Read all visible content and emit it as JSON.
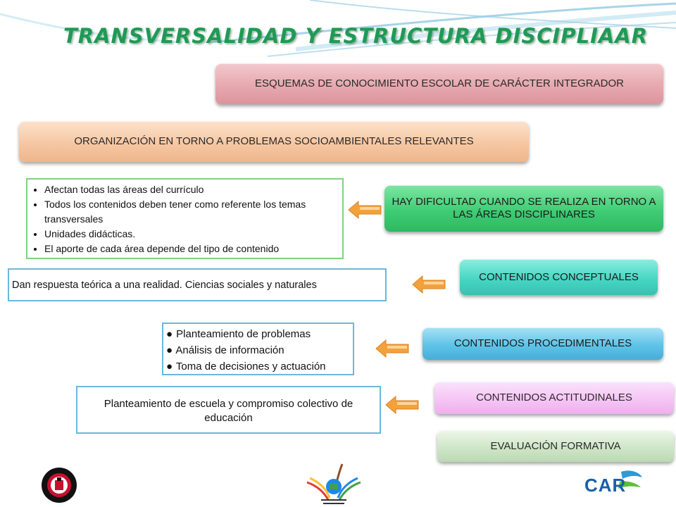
{
  "title": "TRANSVERSALIDAD Y ESTRUCTURA DISCIPLIAAR",
  "boxes": {
    "esquemas": "ESQUEMAS DE CONOCIMIENTO ESCOLAR DE CARÁCTER INTEGRADOR",
    "organizacion": "ORGANIZACIÓN EN TORNO A PROBLEMAS SOCIOAMBIENTALES RELEVANTES",
    "dificultad": "HAY DIFICULTAD CUANDO SE REALIZA EN TORNO A LAS ÁREAS DISCIPLINARES",
    "conceptuales": "CONTENIDOS CONCEPTUALES",
    "procedimentales": "CONTENIDOS PROCEDIMENTALES",
    "actitudinales": "CONTENIDOS ACTITUDINALES",
    "evaluacion": "EVALUACIÓN FORMATIVA"
  },
  "notes": {
    "dificultad_items": [
      "Afectan todas las áreas del currículo",
      "Todos los contenidos deben tener como referente los temas transversales",
      "Unidades didácticas.",
      "El aporte de cada área depende del tipo de contenido"
    ],
    "conceptuales": "Dan  respuesta teórica a una realidad. Ciencias sociales y naturales",
    "procedimentales_items": [
      "Planteamiento de problemas",
      "Análisis de información",
      "Toma de decisiones y actuación"
    ],
    "actitudinales": "Planteamiento de escuela y compromiso colectivo de educación"
  },
  "logos": {
    "left_icon": "university-seal-icon",
    "center_icon": "consultorio-ambiental-logo-icon",
    "right_icon": "car-logo-icon",
    "right_text": "CAR"
  },
  "colors": {
    "title": "#1f9a55",
    "arrow": "#f4a13a"
  }
}
